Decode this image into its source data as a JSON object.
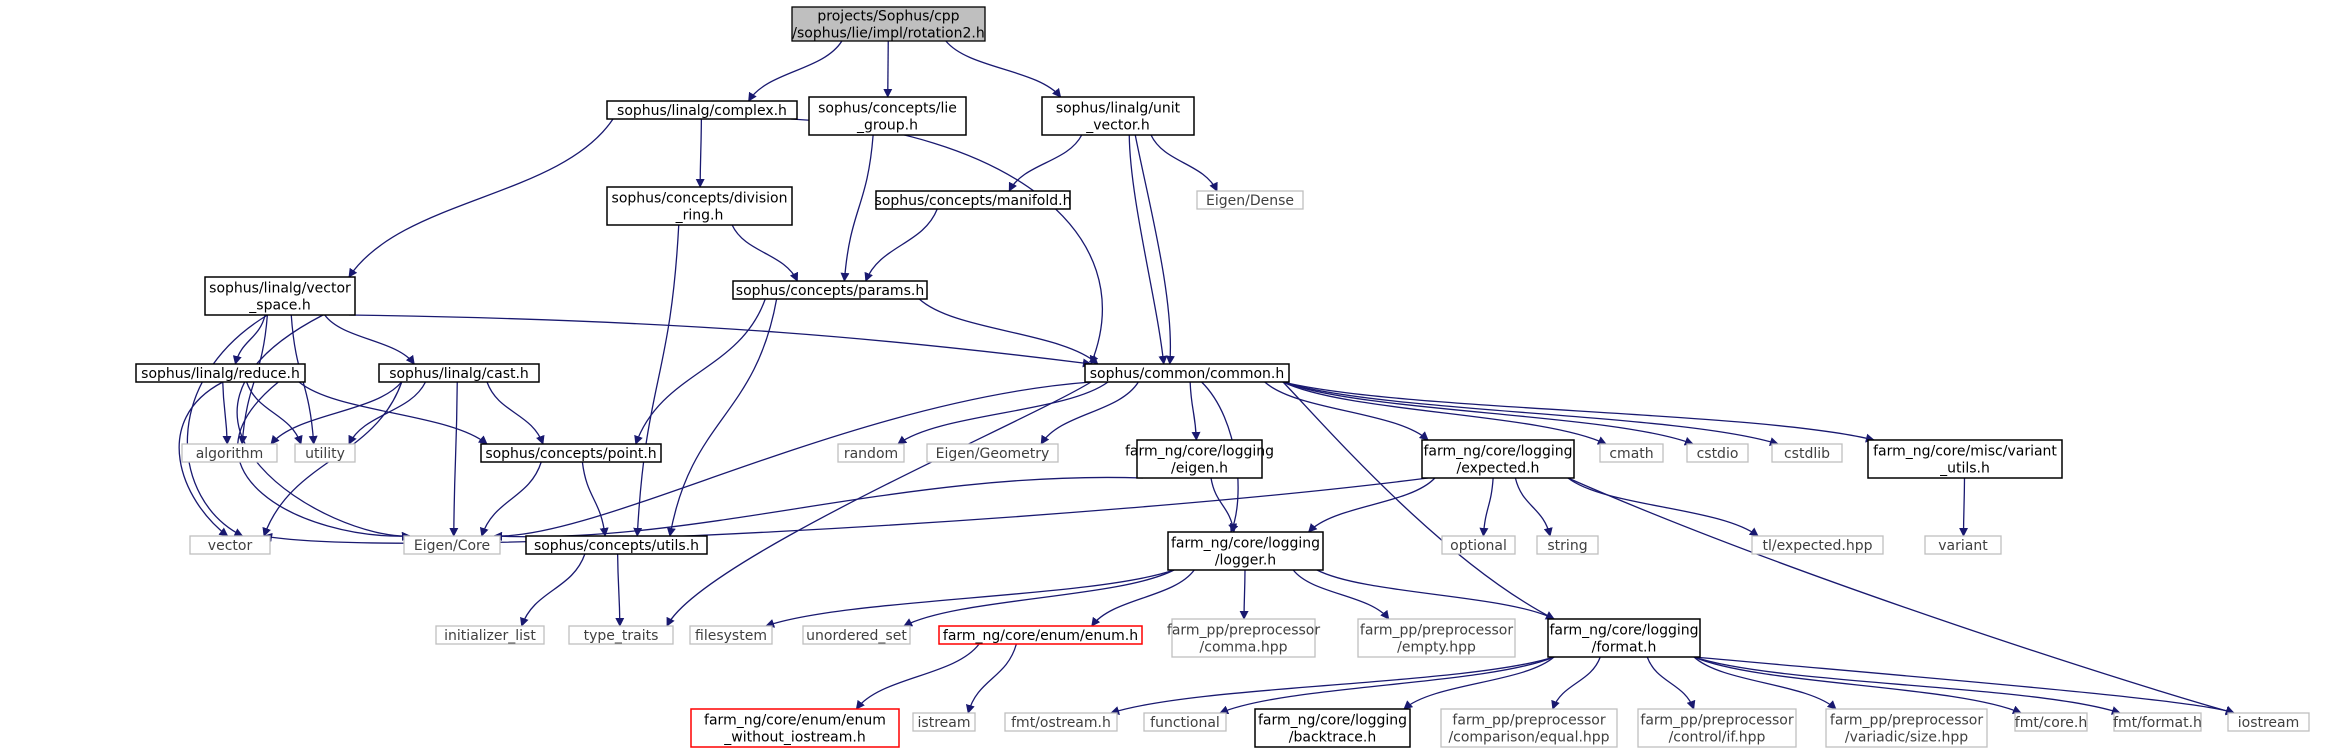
{
  "diagram": {
    "colors": {
      "edge": "#191970",
      "root_fill": "#bfbfbf",
      "system_border": "#bfbfbf",
      "missing_border": "#ff0000"
    },
    "nodes": [
      {
        "id": "n0",
        "kind": "root",
        "lines": [
          "projects/Sophus/cpp",
          "/sophus/lie/impl/rotation2.h"
        ]
      },
      {
        "id": "n1",
        "kind": "local",
        "lines": [
          "sophus/linalg/complex.h"
        ]
      },
      {
        "id": "n2",
        "kind": "local",
        "lines": [
          "sophus/concepts/lie",
          "_group.h"
        ]
      },
      {
        "id": "n3",
        "kind": "local",
        "lines": [
          "sophus/linalg/unit",
          "_vector.h"
        ]
      },
      {
        "id": "n4",
        "kind": "local",
        "lines": [
          "sophus/concepts/division",
          "_ring.h"
        ]
      },
      {
        "id": "n5",
        "kind": "local",
        "lines": [
          "sophus/concepts/manifold.h"
        ]
      },
      {
        "id": "n6",
        "kind": "system",
        "lines": [
          "Eigen/Dense"
        ]
      },
      {
        "id": "n7",
        "kind": "local",
        "lines": [
          "sophus/linalg/vector",
          "_space.h"
        ]
      },
      {
        "id": "n8",
        "kind": "local",
        "lines": [
          "sophus/concepts/params.h"
        ]
      },
      {
        "id": "n9",
        "kind": "local",
        "lines": [
          "sophus/linalg/reduce.h"
        ]
      },
      {
        "id": "n10",
        "kind": "local",
        "lines": [
          "sophus/linalg/cast.h"
        ]
      },
      {
        "id": "n11",
        "kind": "local",
        "lines": [
          "sophus/common/common.h"
        ]
      },
      {
        "id": "n12",
        "kind": "system",
        "lines": [
          "algorithm"
        ]
      },
      {
        "id": "n13",
        "kind": "system",
        "lines": [
          "utility"
        ]
      },
      {
        "id": "n14",
        "kind": "local",
        "lines": [
          "sophus/concepts/point.h"
        ]
      },
      {
        "id": "n15",
        "kind": "system",
        "lines": [
          "random"
        ]
      },
      {
        "id": "n16",
        "kind": "system",
        "lines": [
          "Eigen/Geometry"
        ]
      },
      {
        "id": "n17",
        "kind": "local",
        "lines": [
          "farm_ng/core/logging",
          "/eigen.h"
        ]
      },
      {
        "id": "n18",
        "kind": "local",
        "lines": [
          "farm_ng/core/logging",
          "/expected.h"
        ]
      },
      {
        "id": "n19",
        "kind": "system",
        "lines": [
          "cmath"
        ]
      },
      {
        "id": "n20",
        "kind": "system",
        "lines": [
          "cstdio"
        ]
      },
      {
        "id": "n21",
        "kind": "system",
        "lines": [
          "cstdlib"
        ]
      },
      {
        "id": "n22",
        "kind": "local",
        "lines": [
          "farm_ng/core/misc/variant",
          "_utils.h"
        ]
      },
      {
        "id": "n23",
        "kind": "system",
        "lines": [
          "vector"
        ]
      },
      {
        "id": "n24",
        "kind": "system",
        "lines": [
          "Eigen/Core"
        ]
      },
      {
        "id": "n25",
        "kind": "local",
        "lines": [
          "sophus/concepts/utils.h"
        ]
      },
      {
        "id": "n26",
        "kind": "local",
        "lines": [
          "farm_ng/core/logging",
          "/logger.h"
        ]
      },
      {
        "id": "n27",
        "kind": "system",
        "lines": [
          "optional"
        ]
      },
      {
        "id": "n28",
        "kind": "system",
        "lines": [
          "string"
        ]
      },
      {
        "id": "n29",
        "kind": "system",
        "lines": [
          "tl/expected.hpp"
        ]
      },
      {
        "id": "n30",
        "kind": "system",
        "lines": [
          "variant"
        ]
      },
      {
        "id": "n31",
        "kind": "system",
        "lines": [
          "initializer_list"
        ]
      },
      {
        "id": "n32",
        "kind": "system",
        "lines": [
          "type_traits"
        ]
      },
      {
        "id": "n33",
        "kind": "system",
        "lines": [
          "filesystem"
        ]
      },
      {
        "id": "n34",
        "kind": "system",
        "lines": [
          "unordered_set"
        ]
      },
      {
        "id": "n35",
        "kind": "missing",
        "lines": [
          "farm_ng/core/enum/enum.h"
        ]
      },
      {
        "id": "n36",
        "kind": "system",
        "lines": [
          "farm_pp/preprocessor",
          "/comma.hpp"
        ]
      },
      {
        "id": "n37",
        "kind": "system",
        "lines": [
          "farm_pp/preprocessor",
          "/empty.hpp"
        ]
      },
      {
        "id": "n38",
        "kind": "local",
        "lines": [
          "farm_ng/core/logging",
          "/format.h"
        ]
      },
      {
        "id": "n39",
        "kind": "missing",
        "lines": [
          "farm_ng/core/enum/enum",
          "_without_iostream.h"
        ]
      },
      {
        "id": "n40",
        "kind": "system",
        "lines": [
          "istream"
        ]
      },
      {
        "id": "n41",
        "kind": "system",
        "lines": [
          "fmt/ostream.h"
        ]
      },
      {
        "id": "n42",
        "kind": "system",
        "lines": [
          "functional"
        ]
      },
      {
        "id": "n43",
        "kind": "local",
        "lines": [
          "farm_ng/core/logging",
          "/backtrace.h"
        ]
      },
      {
        "id": "n44",
        "kind": "system",
        "lines": [
          "farm_pp/preprocessor",
          "/comparison/equal.hpp"
        ]
      },
      {
        "id": "n45",
        "kind": "system",
        "lines": [
          "farm_pp/preprocessor",
          "/control/if.hpp"
        ]
      },
      {
        "id": "n46",
        "kind": "system",
        "lines": [
          "farm_pp/preprocessor",
          "/variadic/size.hpp"
        ]
      },
      {
        "id": "n47",
        "kind": "system",
        "lines": [
          "fmt/core.h"
        ]
      },
      {
        "id": "n48",
        "kind": "system",
        "lines": [
          "fmt/format.h"
        ]
      },
      {
        "id": "n49",
        "kind": "system",
        "lines": [
          "iostream"
        ]
      }
    ],
    "edges": [
      [
        "n0",
        "n1"
      ],
      [
        "n0",
        "n2"
      ],
      [
        "n0",
        "n3"
      ],
      [
        "n1",
        "n4"
      ],
      [
        "n1",
        "n7"
      ],
      [
        "n1",
        "n11"
      ],
      [
        "n2",
        "n8"
      ],
      [
        "n3",
        "n5"
      ],
      [
        "n3",
        "n6"
      ],
      [
        "n3",
        "n11"
      ],
      [
        "n3",
        "n11"
      ],
      [
        "n4",
        "n8"
      ],
      [
        "n4",
        "n25"
      ],
      [
        "n5",
        "n8"
      ],
      [
        "n7",
        "n9"
      ],
      [
        "n7",
        "n10"
      ],
      [
        "n7",
        "n11"
      ],
      [
        "n7",
        "n12"
      ],
      [
        "n7",
        "n13"
      ],
      [
        "n7",
        "n23"
      ],
      [
        "n7",
        "n24"
      ],
      [
        "n8",
        "n11"
      ],
      [
        "n8",
        "n14"
      ],
      [
        "n8",
        "n25"
      ],
      [
        "n9",
        "n12"
      ],
      [
        "n9",
        "n13"
      ],
      [
        "n9",
        "n14"
      ],
      [
        "n9",
        "n23"
      ],
      [
        "n9",
        "n24"
      ],
      [
        "n10",
        "n12"
      ],
      [
        "n10",
        "n13"
      ],
      [
        "n10",
        "n14"
      ],
      [
        "n10",
        "n23"
      ],
      [
        "n10",
        "n24"
      ],
      [
        "n11",
        "n15"
      ],
      [
        "n11",
        "n16"
      ],
      [
        "n11",
        "n17"
      ],
      [
        "n11",
        "n18"
      ],
      [
        "n11",
        "n19"
      ],
      [
        "n11",
        "n20"
      ],
      [
        "n11",
        "n21"
      ],
      [
        "n11",
        "n22"
      ],
      [
        "n11",
        "n24"
      ],
      [
        "n11",
        "n26"
      ],
      [
        "n11",
        "n32"
      ],
      [
        "n11",
        "n38"
      ],
      [
        "n14",
        "n24"
      ],
      [
        "n14",
        "n25"
      ],
      [
        "n17",
        "n24"
      ],
      [
        "n17",
        "n26"
      ],
      [
        "n18",
        "n23"
      ],
      [
        "n18",
        "n26"
      ],
      [
        "n18",
        "n27"
      ],
      [
        "n18",
        "n28"
      ],
      [
        "n18",
        "n29"
      ],
      [
        "n18",
        "n49"
      ],
      [
        "n22",
        "n30"
      ],
      [
        "n25",
        "n31"
      ],
      [
        "n25",
        "n32"
      ],
      [
        "n26",
        "n33"
      ],
      [
        "n26",
        "n34"
      ],
      [
        "n26",
        "n35"
      ],
      [
        "n26",
        "n36"
      ],
      [
        "n26",
        "n37"
      ],
      [
        "n26",
        "n38"
      ],
      [
        "n35",
        "n39"
      ],
      [
        "n35",
        "n40"
      ],
      [
        "n38",
        "n41"
      ],
      [
        "n38",
        "n42"
      ],
      [
        "n38",
        "n43"
      ],
      [
        "n38",
        "n44"
      ],
      [
        "n38",
        "n45"
      ],
      [
        "n38",
        "n46"
      ],
      [
        "n38",
        "n47"
      ],
      [
        "n38",
        "n48"
      ],
      [
        "n38",
        "n49"
      ]
    ]
  }
}
